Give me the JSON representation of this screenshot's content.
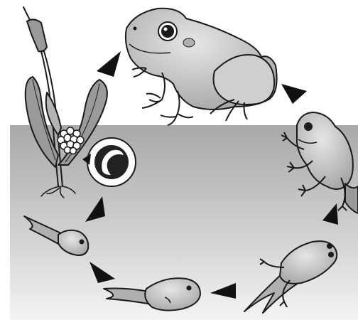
{
  "diagram": {
    "stages": [
      {
        "id": "eggs",
        "icon": "frog-spawn-icon"
      },
      {
        "id": "single-egg",
        "icon": "egg-embryo-icon"
      },
      {
        "id": "young-tadpole",
        "icon": "tadpole-icon"
      },
      {
        "id": "tadpole",
        "icon": "tadpole-icon"
      },
      {
        "id": "tadpole-with-legs",
        "icon": "tadpole-with-legs-icon"
      },
      {
        "id": "froglet",
        "icon": "froglet-icon"
      },
      {
        "id": "adult-frog",
        "icon": "adult-frog-icon"
      }
    ],
    "cycle_order": [
      "adult-frog",
      "froglet",
      "tadpole-with-legs",
      "tadpole",
      "young-tadpole",
      "single-egg",
      "eggs"
    ],
    "colors": {
      "water_top": "#a9a9a9",
      "water_bottom": "#f4f4f4",
      "outline": "#1a1a1a",
      "frog_fill": "#c4c4c4",
      "plant_fill": "#9a9a9a",
      "arrow_fill": "#111111",
      "background": "#ffffff"
    }
  }
}
